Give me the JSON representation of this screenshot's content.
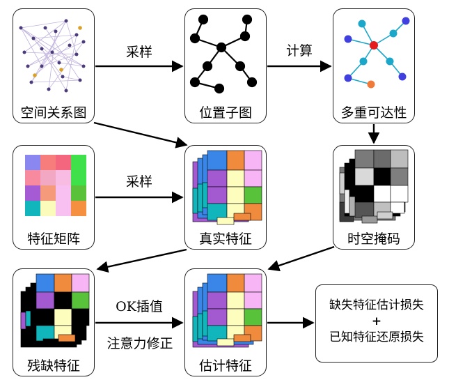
{
  "nodes": {
    "spatial_graph": "空间关系图",
    "location_subgraph": "位置子图",
    "multi_reachability": "多重可达性",
    "feature_matrix": "特征矩阵",
    "real_features": "真实特征",
    "spatiotemporal_mask": "时空掩码",
    "incomplete_features": "残缺特征",
    "estimated_features": "估计特征"
  },
  "edges": {
    "sample_1": "采样",
    "compute": "计算",
    "sample_2": "采样",
    "ok_interp": "OK插值",
    "attention_correction": "注意力修正"
  },
  "loss": {
    "line1": "缺失特征估计损失",
    "plus": "+",
    "line2": "已知特征还原损失"
  },
  "colors": {
    "blue": "#3a86e8",
    "orange": "#f08a3c",
    "pink": "#f7b5f5",
    "purple": "#a45ad0",
    "green": "#57c23a",
    "yellow": "#fdfdbe",
    "cyan": "#10b6bc",
    "red": "#e61b1b",
    "node_cyan": "#1aa7c9",
    "node_blue": "#4040e0"
  }
}
